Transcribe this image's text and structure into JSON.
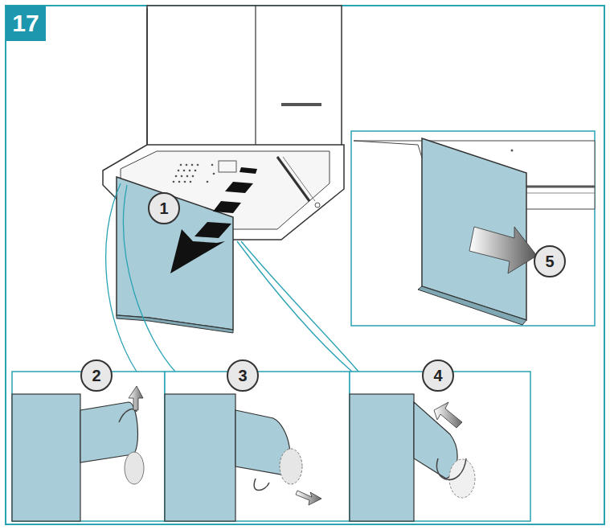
{
  "diagram": {
    "labels": [
      "17",
      "1",
      "5",
      "2",
      "3",
      "4"
    ]
  }
}
